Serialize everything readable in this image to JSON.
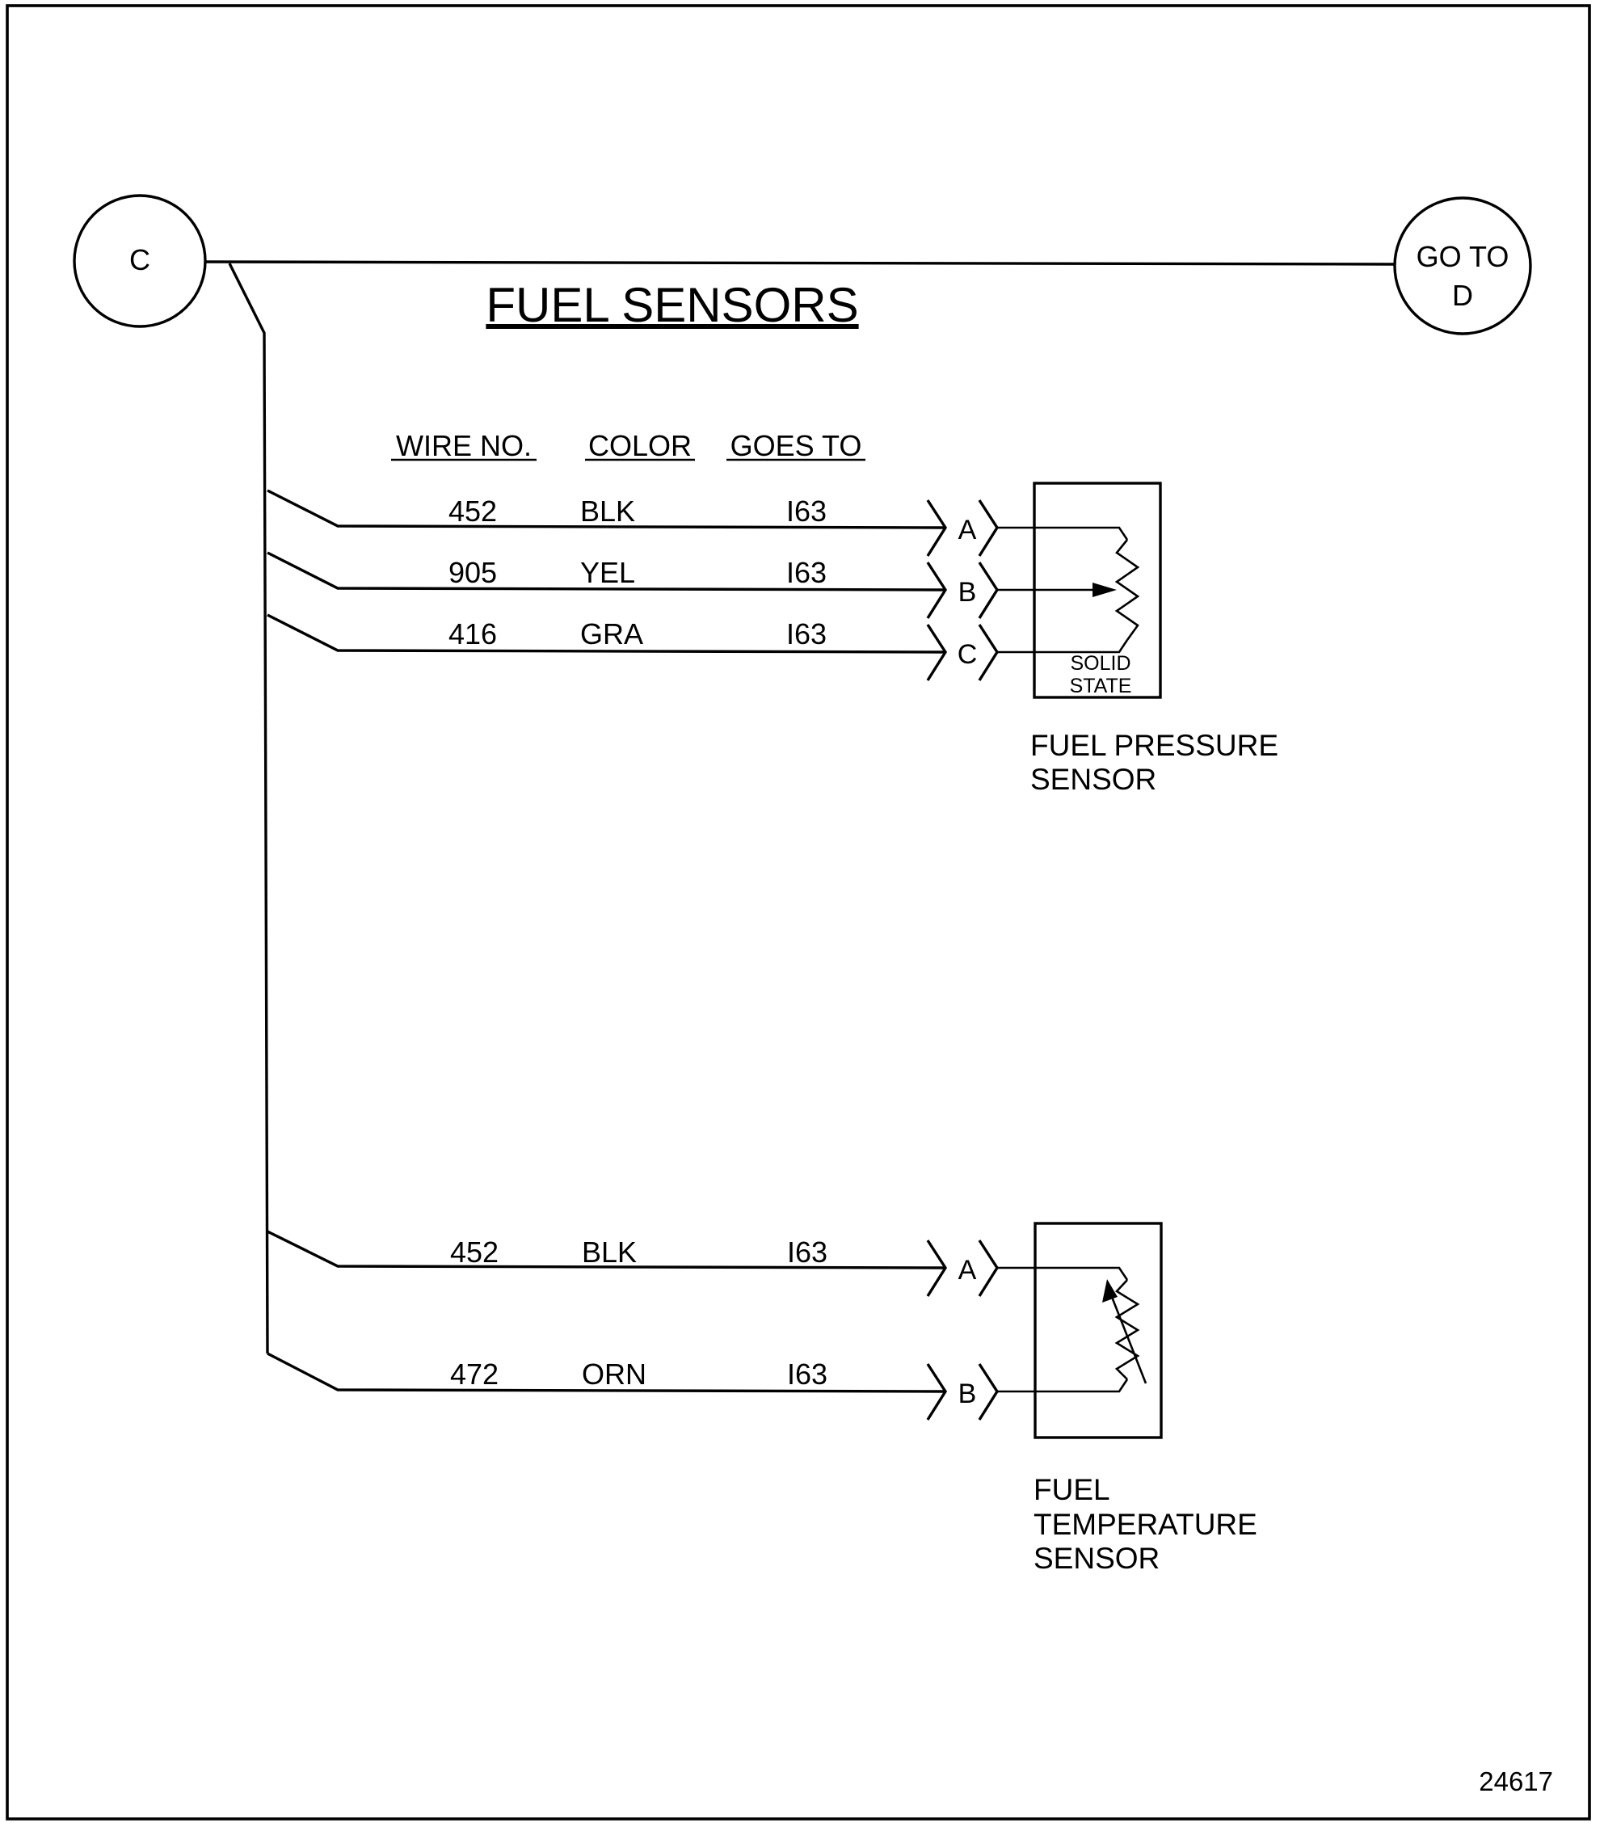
{
  "title": "FUEL SENSORS",
  "connector_in": "C",
  "connector_out": [
    "GO TO",
    "D"
  ],
  "headers": {
    "wire_no": "WIRE NO.",
    "color": "COLOR",
    "goes_to": "GOES TO"
  },
  "pressure_rows": [
    {
      "wire": "452",
      "color": "BLK",
      "goes_to": "I63",
      "pin": "A"
    },
    {
      "wire": "905",
      "color": "YEL",
      "goes_to": "I63",
      "pin": "B"
    },
    {
      "wire": "416",
      "color": "GRA",
      "goes_to": "I63",
      "pin": "C"
    }
  ],
  "temperature_rows": [
    {
      "wire": "452",
      "color": "BLK",
      "goes_to": "I63",
      "pin": "A"
    },
    {
      "wire": "472",
      "color": "ORN",
      "goes_to": "I63",
      "pin": "B"
    }
  ],
  "pressure_sensor": {
    "inner_label": [
      "SOLID",
      "STATE"
    ],
    "label": [
      "FUEL PRESSURE",
      "SENSOR"
    ]
  },
  "temperature_sensor": {
    "label": [
      "FUEL",
      "TEMPERATURE",
      "SENSOR"
    ]
  },
  "figure_number": "24617"
}
